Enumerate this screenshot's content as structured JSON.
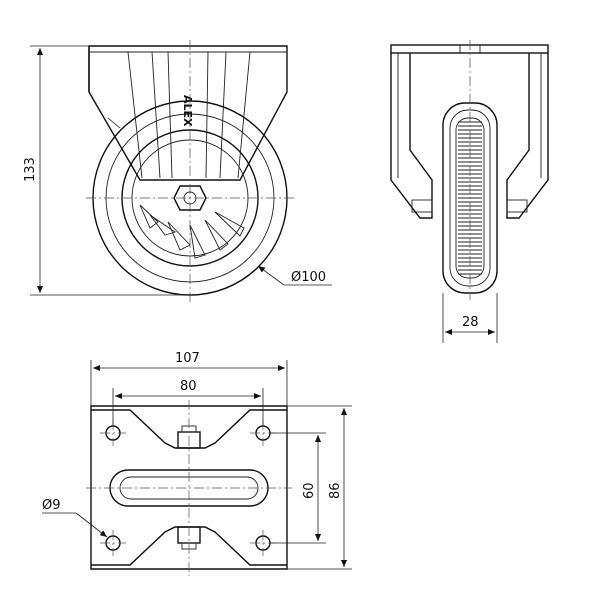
{
  "brand": "ALEX",
  "dimensions": {
    "height": "133",
    "wheel_diameter": "Ø100",
    "wheel_width": "28",
    "plate_width": "107",
    "hole_spacing_x": "80",
    "hole_spacing_y": "60",
    "plate_length": "86",
    "hole_diameter": "Ø9"
  },
  "colors": {
    "line": "#111111",
    "background": "#ffffff"
  }
}
